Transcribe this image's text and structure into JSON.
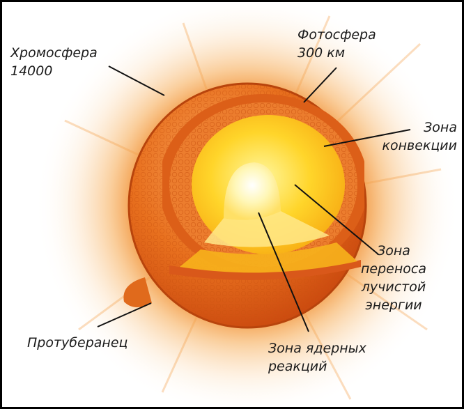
{
  "labels": {
    "chromosphere": {
      "line1": "Хромосфера",
      "line2": "14000"
    },
    "photosphere": {
      "line1": "Фотосфера",
      "line2": "300 км"
    },
    "convection": {
      "line1": "Зона",
      "line2": "конвекции"
    },
    "radiative": {
      "line1": "Зона",
      "line2": "переноса",
      "line3": "лучистой",
      "line4": "энергии"
    },
    "core": {
      "line1": "Зона ядерных",
      "line2": "реакций"
    },
    "prominence": {
      "line1": "Протуберанец"
    }
  },
  "colors": {
    "background": "#ffffff",
    "corona": "#f6a84e",
    "photosphere": "#e8701e",
    "convection_zone": "#e9762a",
    "radiative_zone": "#ffc417",
    "core": "#fff6b0",
    "leader_lines": "#111111"
  }
}
